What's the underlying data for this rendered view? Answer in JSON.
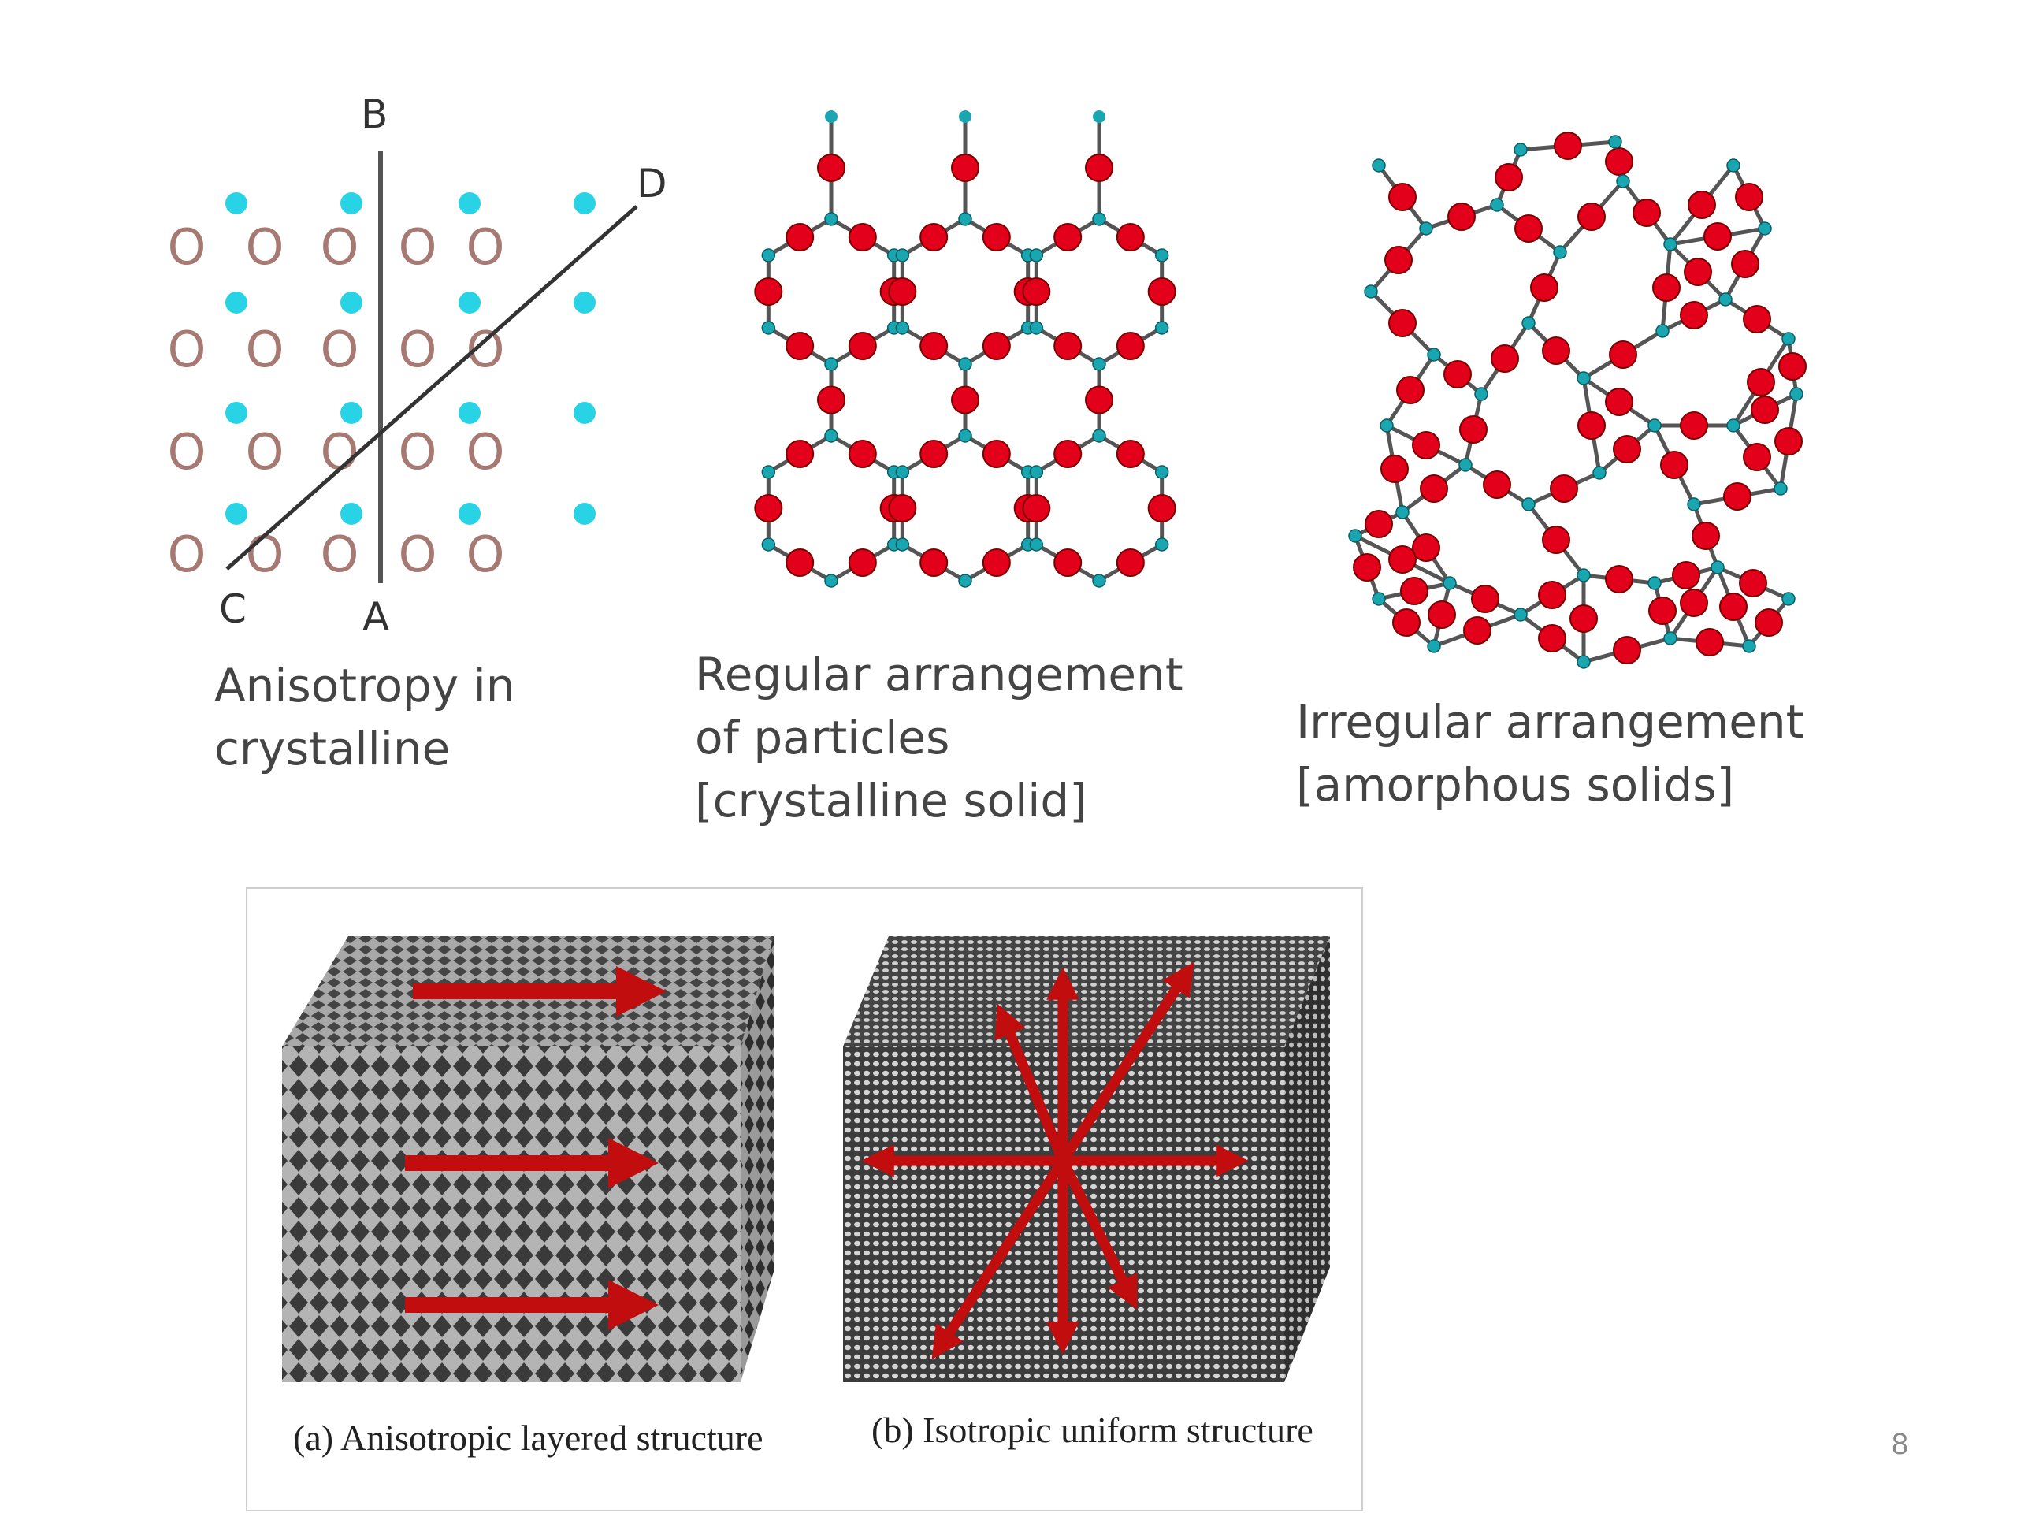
{
  "top_diagrams": {
    "anisotropy": {
      "labels": {
        "a": "A",
        "b": "B",
        "c": "C",
        "d": "D"
      },
      "atom_o": "O",
      "caption_line1": "Anisotropy in",
      "caption_line2": "crystalline"
    },
    "crystalline": {
      "caption_line1": "Regular arrangement",
      "caption_line2": "of particles",
      "caption_line3": "[crystalline solid]"
    },
    "amorphous": {
      "caption_line1": "Irregular arrangement",
      "caption_line2": "[amorphous solids]"
    }
  },
  "bottom_figure": {
    "caption_a": "(a) Anisotropic layered structure",
    "caption_b": "(b) Isotropic  uniform  structure"
  },
  "colors": {
    "oxygen": "#e3001b",
    "silicon": "#1aa6b0",
    "cyan_ion": "#29d3e6",
    "o_ring": "#a67a72",
    "arrow": "#c10d0d"
  },
  "page_number": "8"
}
